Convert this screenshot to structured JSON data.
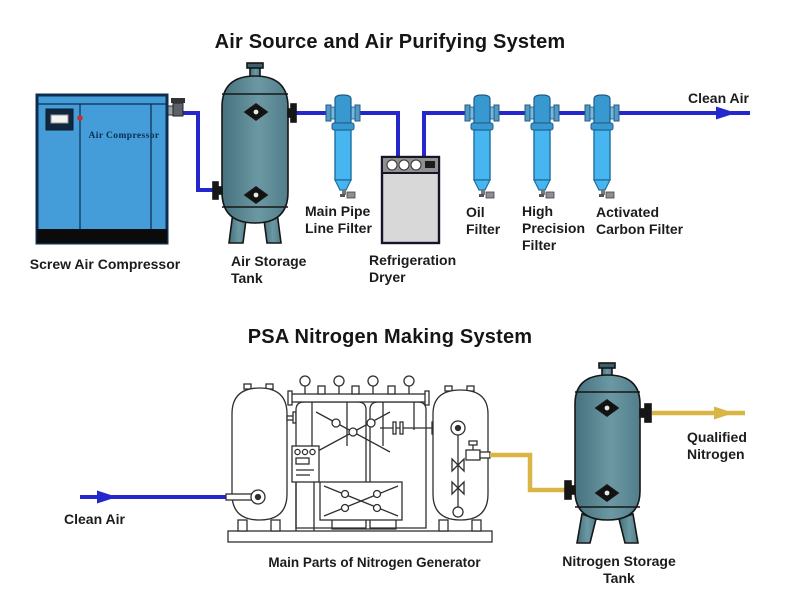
{
  "colors": {
    "pipe_blue": "#2428cc",
    "pipe_yellow": "#d9b545",
    "compressor_blue": "#449dd8",
    "tank_teal": "#567f8c",
    "filter_blue": "#47b5ef",
    "dryer_gray": "#d8d8d8"
  },
  "air_system": {
    "title": "Air Source and Air Purifying System",
    "compressor_machine_text": "Air Compressor",
    "compressor_label": "Screw Air Compressor",
    "storage_tank_label": "Air Storage\nTank",
    "main_pipe_line_filter_label": "Main Pipe\nLine Filter",
    "refrigeration_dryer_label": "Refrigeration\nDryer",
    "oil_filter_label": "Oil\nFilter",
    "high_precision_filter_label": "High\nPrecision\nFilter",
    "activated_carbon_filter_label": "Activated\nCarbon Filter",
    "clean_air_label": "Clean Air"
  },
  "nitrogen_system": {
    "title": "PSA Nitrogen Making System",
    "clean_air_label": "Clean Air",
    "generator_label": "Main Parts of Nitrogen Generator",
    "storage_tank_label": "Nitrogen Storage\nTank",
    "qualified_nitrogen_label": "Qualified\nNitrogen"
  }
}
